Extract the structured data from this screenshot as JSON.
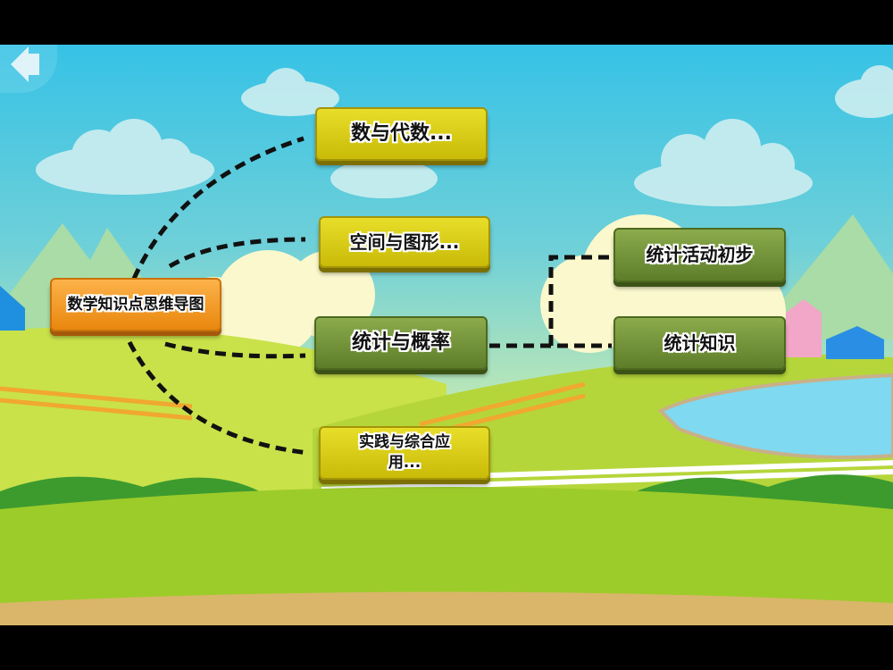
{
  "back_button": {
    "icon": "arrow-left-icon"
  },
  "mindmap": {
    "root": "数学知识点思维导图",
    "branches": [
      "数与代数...",
      "空间与图形...",
      "统计与概率",
      "实践与综合应用..."
    ],
    "sub_branches": [
      "统计活动初步",
      "统计知识"
    ]
  },
  "colors": {
    "root": "#f0971e",
    "branch": "#d8cc16",
    "sub_branch": "#6f8f35",
    "sky": "#36c2e6",
    "grass": "#9ccc2a"
  }
}
